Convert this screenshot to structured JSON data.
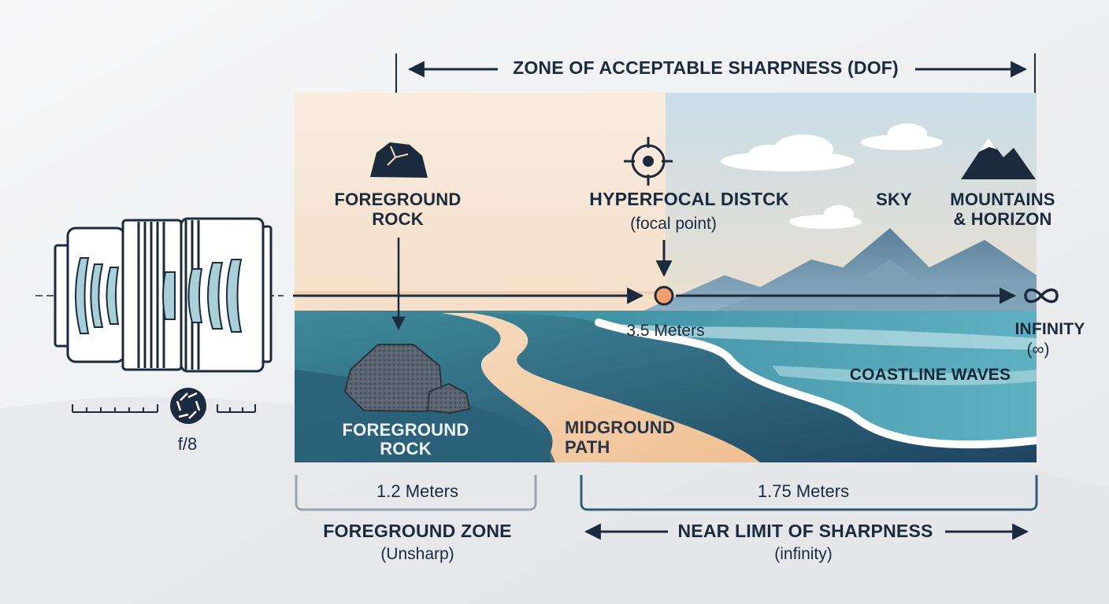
{
  "header": {
    "dof_label": "ZONE OF ACCEPTABLE SHARPNESS (DOF)"
  },
  "lens": {
    "aperture": "f/8",
    "aperture_icon": "aperture-icon"
  },
  "markers": {
    "rock_top": {
      "line1": "FOREGROUND",
      "line2": "ROCK",
      "icon": "rock-icon"
    },
    "hyperfocal": {
      "title": "HYPERFOCAL DISTCK",
      "subtitle": "(focal point)",
      "distance": "3.5 Meters",
      "icon": "crosshair-icon"
    },
    "sky": {
      "label": "SKY"
    },
    "mountains": {
      "line1": "MOUNTAINS",
      "line2": "& HORIZON",
      "icon": "mountain-icon"
    },
    "infinity": {
      "line1": "INFINITY",
      "line2": "(∞)",
      "icon": "infinity-icon"
    }
  },
  "scene": {
    "rock_label": {
      "line1": "FOREGROUND",
      "line2": "ROCK"
    },
    "path_label": {
      "line1": "MIDGROUND",
      "line2": "PATH"
    },
    "waves_label": "COASTLINE WAVES"
  },
  "zones": {
    "foreground": {
      "distance": "1.2 Meters",
      "title": "FOREGROUND ZONE",
      "subtitle": "(Unsharp)"
    },
    "near_limit": {
      "distance": "1.75 Meters",
      "title": "NEAR LIMIT OF SHARPNESS",
      "subtitle": "(infinity)"
    }
  },
  "colors": {
    "ink": "#1b2a3d",
    "warm_sky": "#f3dcc4",
    "cool_sky": "#cfe1ea",
    "teal_water": "#3d8fa0",
    "deep_blue": "#244e6a",
    "sand": "#f3c9a0",
    "focal_point": "#f2a06b"
  }
}
